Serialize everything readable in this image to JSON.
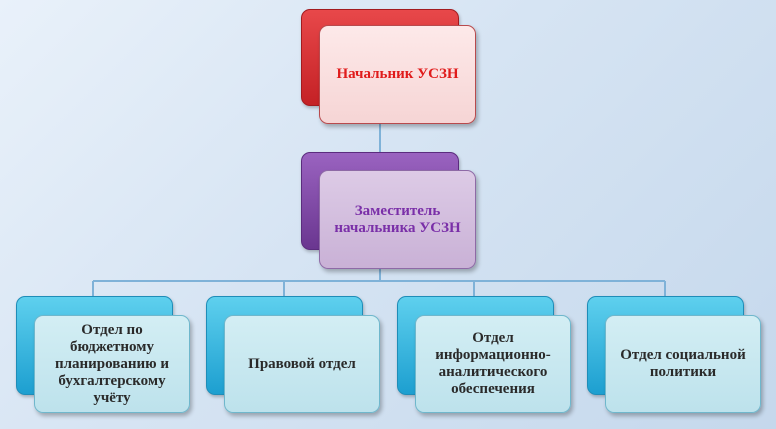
{
  "org": {
    "head": {
      "label": "Начальник УСЗН"
    },
    "deputy": {
      "label": "Заместитель начальника УСЗН"
    },
    "departments": [
      {
        "label": "Отдел по бюджетному планированию и бухгалтерскому учёту"
      },
      {
        "label": "Правовой отдел"
      },
      {
        "label": "Отдел информационно-аналитического обеспечения"
      },
      {
        "label": "Отдел социальной политики"
      }
    ]
  },
  "colors": {
    "head_accent": "#c42125",
    "deputy_accent": "#6a3690",
    "department_accent": "#1d9fd0",
    "connector": "#7fb2d8"
  }
}
